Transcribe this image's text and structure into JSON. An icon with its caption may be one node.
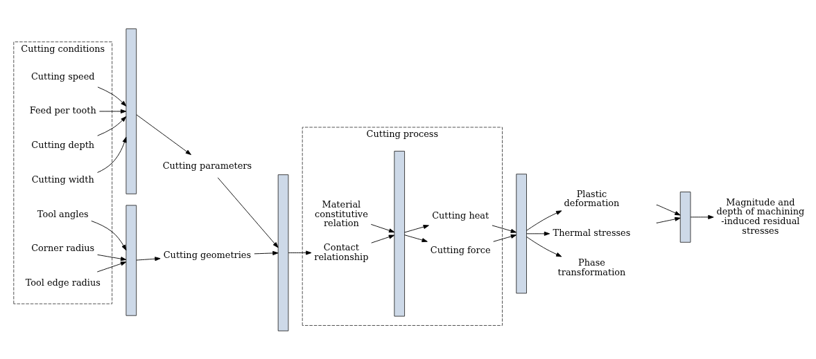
{
  "diagram": {
    "nodes": [
      {
        "text": [
          "Cutting conditions"
        ]
      },
      {
        "text": [
          "Cutting speed"
        ],
        "in": 0
      },
      {
        "text": [
          "Feed per tooth"
        ],
        "in": 0
      },
      {
        "text": [
          "Cutting depth"
        ],
        "in": 0
      },
      {
        "text": [
          "Cutting width"
        ],
        "in": 0
      },
      {
        "text": [
          "Tool angles"
        ],
        "in": 0
      },
      {
        "text": [
          "Corner radius"
        ],
        "in": 0
      },
      {
        "text": [
          "Tool edge radius"
        ],
        "in": 0
      },
      {
        "text": [],
        "shape": "bar"
      },
      {
        "text": [],
        "shape": "bar"
      },
      {
        "text": [
          "Cutting parameters"
        ]
      },
      {
        "text": [
          "Cutting geometries"
        ]
      },
      {
        "text": [],
        "shape": "bar"
      },
      {
        "text": [
          "Cutting process"
        ]
      },
      {
        "text": [
          "Material constitutive relation"
        ],
        "in": 13
      },
      {
        "text": [
          "Contact relationship"
        ],
        "in": 13
      },
      {
        "text": [],
        "shape": "bar",
        "in": 13
      },
      {
        "text": [
          "Cutting force"
        ],
        "in": 13
      },
      {
        "text": [
          "Cutting heat"
        ],
        "in": 13
      },
      {
        "text": [],
        "shape": "bar"
      },
      {
        "text": [
          "Plastic deformation"
        ]
      },
      {
        "text": [
          "Thermal stresses"
        ]
      },
      {
        "text": [
          "Phase transformation"
        ]
      },
      {
        "text": [],
        "shape": "bar"
      },
      {
        "text": [
          "Magnitude and depth of machining -induced residual stresses"
        ]
      }
    ],
    "edges": [
      {
        "from": 1,
        "to": 8,
        "arrow": "to"
      },
      {
        "from": 2,
        "to": 8,
        "arrow": "to"
      },
      {
        "from": 3,
        "to": 8,
        "arrow": "to"
      },
      {
        "from": 4,
        "to": 8,
        "arrow": "to"
      },
      {
        "from": 5,
        "to": 9,
        "arrow": "to"
      },
      {
        "from": 6,
        "to": 9,
        "arrow": "to"
      },
      {
        "from": 7,
        "to": 9,
        "arrow": "to"
      },
      {
        "from": 8,
        "to": 10,
        "arrow": "to"
      },
      {
        "from": 9,
        "to": 11,
        "arrow": "to"
      },
      {
        "from": 10,
        "to": 12,
        "arrow": "to"
      },
      {
        "from": 11,
        "to": 12,
        "arrow": "to"
      },
      {
        "from": 12,
        "to": 15,
        "arrow": "to"
      },
      {
        "from": 14,
        "to": 16,
        "arrow": "to"
      },
      {
        "from": 15,
        "to": 16,
        "arrow": "to"
      },
      {
        "from": 16,
        "to": 17,
        "arrow": "to"
      },
      {
        "from": 16,
        "to": 18,
        "arrow": "to"
      },
      {
        "from": 17,
        "to": 19,
        "arrow": "to"
      },
      {
        "from": 18,
        "to": 19,
        "arrow": "to"
      },
      {
        "from": 19,
        "to": 20,
        "arrow": "to"
      },
      {
        "from": 19,
        "to": 21,
        "arrow": "to"
      },
      {
        "from": 19,
        "to": 22,
        "arrow": "to"
      },
      {
        "from": null,
        "to": 23,
        "arrow": "to"
      },
      {
        "from": null,
        "to": 23,
        "arrow": "to"
      },
      {
        "from": 23,
        "to": 24,
        "arrow": "to"
      }
    ]
  }
}
